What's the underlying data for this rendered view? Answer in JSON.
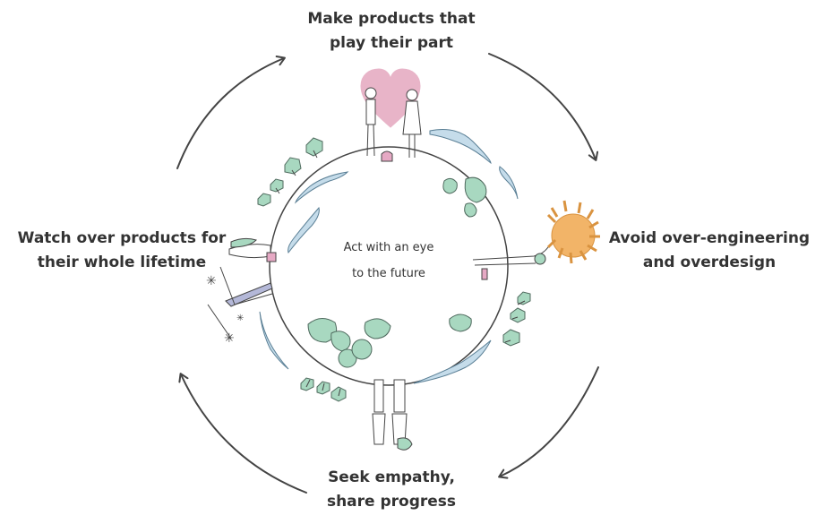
{
  "labels": {
    "top": [
      "Make products that",
      "play their part"
    ],
    "right": [
      "Avoid over-engineering",
      "and overdesign"
    ],
    "bottom": [
      "Seek empathy,",
      "share progress"
    ],
    "left": [
      "Watch over products for",
      "their whole lifetime"
    ]
  },
  "center": [
    "Act with an eye",
    "to the future"
  ],
  "colors": {
    "ink": "#444444",
    "heart": "#e8b4c8",
    "leaf": "#a8d8c0",
    "water": "#c5dcea",
    "sun": "#f2b468",
    "pink": "#e6a9c4"
  }
}
